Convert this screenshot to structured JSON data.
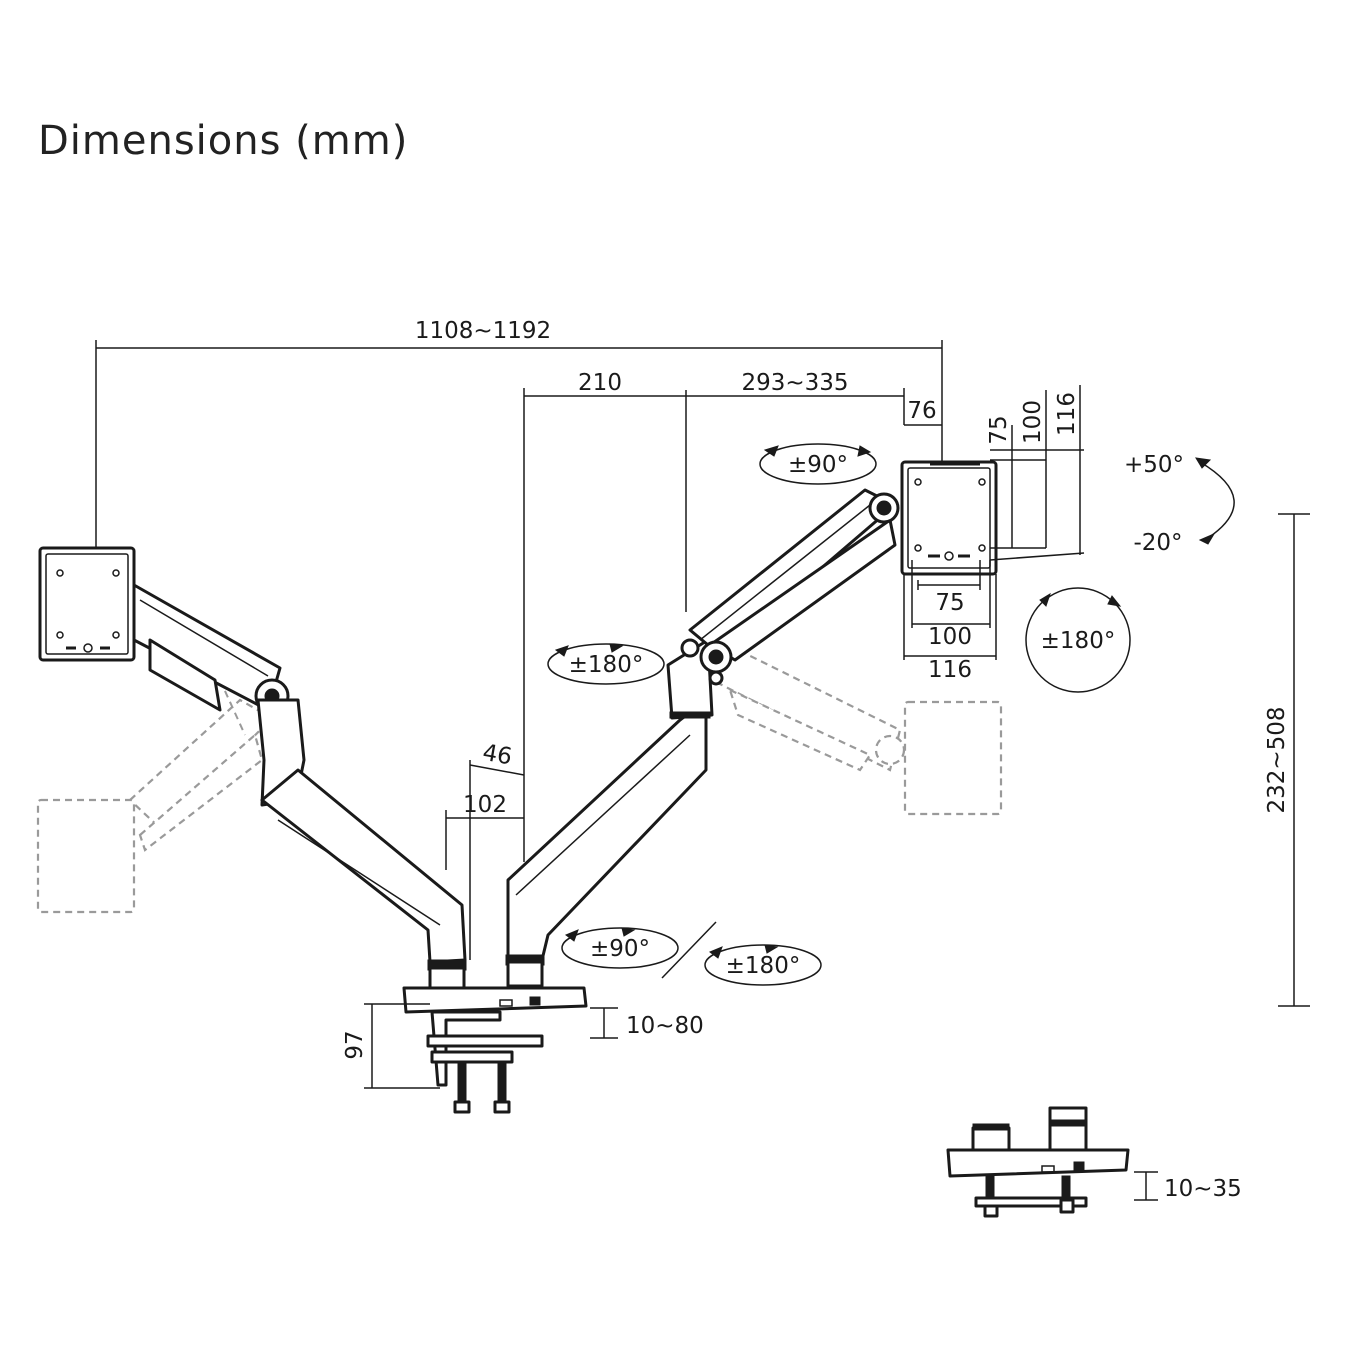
{
  "title": "Dimensions (mm)",
  "dimensions": {
    "overall_width": "1108~1192",
    "pole_to_pivot": "210",
    "arm_reach": "293~335",
    "head_offset": "76",
    "vesa_v_75": "75",
    "vesa_v_100": "100",
    "vesa_v_116": "116",
    "vesa_h_75": "75",
    "vesa_h_100": "100",
    "vesa_h_116": "116",
    "pole_offset_46": "46",
    "pole_offset_102": "102",
    "height_range": "232~508",
    "clamp_height": "97",
    "desk_clamp_range": "10~80",
    "grommet_range": "10~35"
  },
  "rotations": {
    "head_swivel": "±90°",
    "head_rotate": "±180°",
    "tilt_up": "+50°",
    "tilt_down": "-20°",
    "arm_swivel": "±180°",
    "base_swivel_90": "±90°",
    "base_swivel_180": "±180°"
  }
}
